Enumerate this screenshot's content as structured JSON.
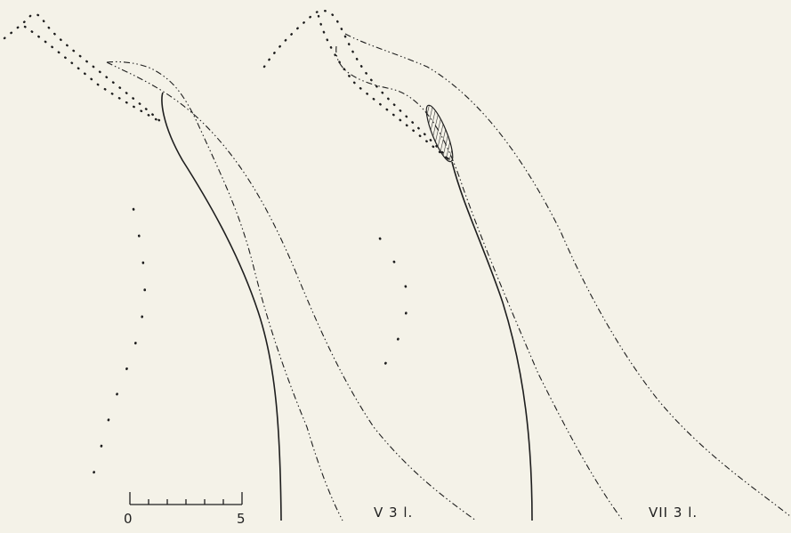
{
  "scale_bar": {
    "min_label": "0",
    "max_label": "5"
  },
  "figures": [
    {
      "label": "V 3 l."
    },
    {
      "label": "VII 3 l."
    }
  ]
}
